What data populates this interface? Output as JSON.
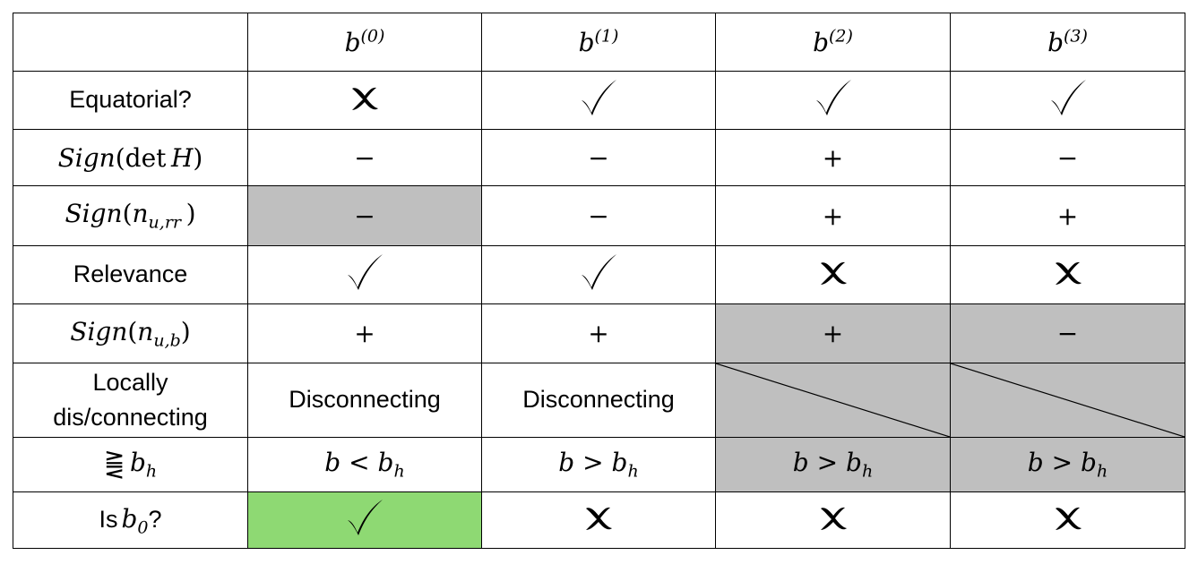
{
  "header": {
    "corner": "",
    "columns": [
      {
        "base": "b",
        "sup": "(0)"
      },
      {
        "base": "b",
        "sup": "(1)"
      },
      {
        "base": "b",
        "sup": "(2)"
      },
      {
        "base": "b",
        "sup": "(3)"
      }
    ]
  },
  "labels": {
    "equatorial": "Equatorial?",
    "sign_word": "Sign",
    "det": "det",
    "H": "H",
    "n": "n",
    "sub_urr": "u,rr",
    "sub_ub": "u,b",
    "relevance": "Relevance",
    "locally_line1": "Locally",
    "locally_line2": "dis/connecting",
    "compare_symbol": "⪌",
    "b": "b",
    "h": "h",
    "is_prefix": "Is",
    "zero": "0",
    "question": "?"
  },
  "rows": {
    "equatorial": [
      "cross-icon",
      "check-icon",
      "check-icon",
      "check-icon"
    ],
    "sign_det_H": [
      "−",
      "−",
      "+",
      "−"
    ],
    "sign_n_urr": [
      "−",
      "−",
      "+",
      "+"
    ],
    "relevance": [
      "check-icon",
      "check-icon",
      "cross-icon",
      "cross-icon"
    ],
    "sign_n_ub": [
      "+",
      "+",
      "+",
      "−"
    ],
    "locally": [
      "Disconnecting",
      "Disconnecting",
      "",
      ""
    ],
    "compare_b_bh": [
      {
        "lhs": "b",
        "op": "<",
        "rhs": "b",
        "rhs_sub": "h"
      },
      {
        "lhs": "b",
        "op": ">",
        "rhs": "b",
        "rhs_sub": "h"
      },
      {
        "lhs": "b",
        "op": ">",
        "rhs": "b",
        "rhs_sub": "h"
      },
      {
        "lhs": "b",
        "op": ">",
        "rhs": "b",
        "rhs_sub": "h"
      }
    ],
    "is_b0": [
      "check-icon",
      "cross-icon",
      "cross-icon",
      "cross-icon"
    ]
  },
  "colors": {
    "gray_fill": "#bfbfbf",
    "green_fill": "#8ed973",
    "border": "#000000"
  }
}
